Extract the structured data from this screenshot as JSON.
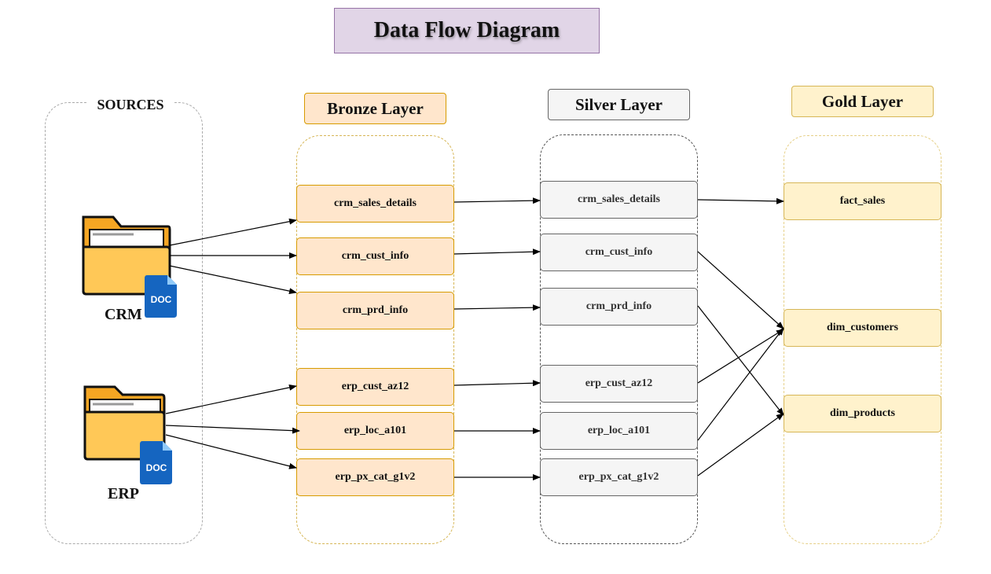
{
  "title": "Data Flow Diagram",
  "sources": {
    "label": "SOURCES",
    "crm": {
      "label": "CRM",
      "doc_badge": "DOC"
    },
    "erp": {
      "label": "ERP",
      "doc_badge": "DOC"
    }
  },
  "layers": {
    "bronze": {
      "label": "Bronze Layer",
      "tables": [
        "crm_sales_details",
        "crm_cust_info",
        "crm_prd_info",
        "erp_cust_az12",
        "erp_loc_a101",
        "erp_px_cat_g1v2"
      ]
    },
    "silver": {
      "label": "Silver Layer",
      "tables": [
        "crm_sales_details",
        "crm_cust_info",
        "crm_prd_info",
        "erp_cust_az12",
        "erp_loc_a101",
        "erp_px_cat_g1v2"
      ]
    },
    "gold": {
      "label": "Gold Layer",
      "tables": [
        "fact_sales",
        "dim_customers",
        "dim_products"
      ]
    }
  },
  "edges": [
    {
      "from": "CRM",
      "to": "bronze.crm_sales_details"
    },
    {
      "from": "CRM",
      "to": "bronze.crm_cust_info"
    },
    {
      "from": "CRM",
      "to": "bronze.crm_prd_info"
    },
    {
      "from": "ERP",
      "to": "bronze.erp_cust_az12"
    },
    {
      "from": "ERP",
      "to": "bronze.erp_loc_a101"
    },
    {
      "from": "ERP",
      "to": "bronze.erp_px_cat_g1v2"
    },
    {
      "from": "bronze.crm_sales_details",
      "to": "silver.crm_sales_details"
    },
    {
      "from": "bronze.crm_cust_info",
      "to": "silver.crm_cust_info"
    },
    {
      "from": "bronze.crm_prd_info",
      "to": "silver.crm_prd_info"
    },
    {
      "from": "bronze.erp_cust_az12",
      "to": "silver.erp_cust_az12"
    },
    {
      "from": "bronze.erp_loc_a101",
      "to": "silver.erp_loc_a101"
    },
    {
      "from": "bronze.erp_px_cat_g1v2",
      "to": "silver.erp_px_cat_g1v2"
    },
    {
      "from": "silver.crm_sales_details",
      "to": "gold.fact_sales"
    },
    {
      "from": "silver.crm_cust_info",
      "to": "gold.dim_customers"
    },
    {
      "from": "silver.crm_prd_info",
      "to": "gold.dim_products"
    },
    {
      "from": "silver.erp_cust_az12",
      "to": "gold.dim_customers"
    },
    {
      "from": "silver.erp_loc_a101",
      "to": "gold.dim_customers"
    },
    {
      "from": "silver.erp_px_cat_g1v2",
      "to": "gold.dim_products"
    }
  ],
  "colors": {
    "title_fill": "#e1d5e7",
    "bronze_fill": "#ffe6cc",
    "silver_fill": "#f5f5f5",
    "gold_fill": "#fff2cc",
    "folder": "#ffc857",
    "doc_badge": "#1565c0"
  }
}
